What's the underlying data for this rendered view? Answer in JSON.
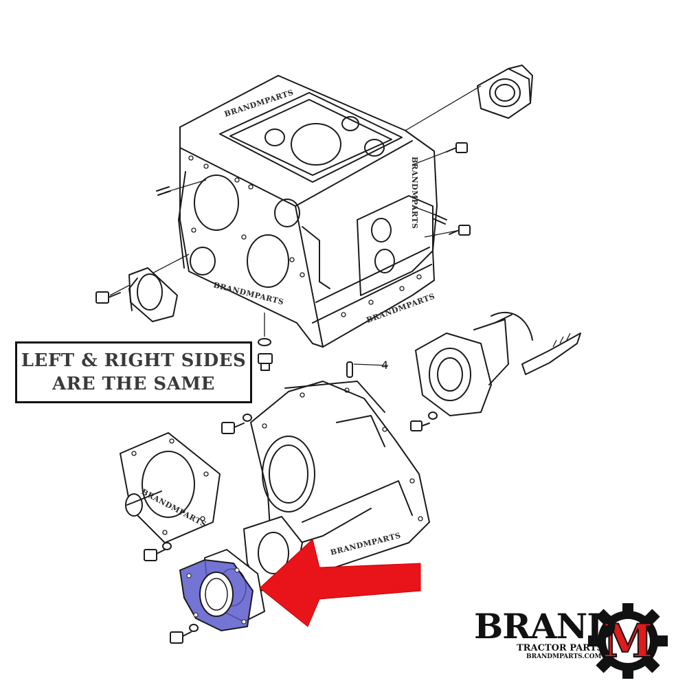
{
  "notice": {
    "line1": "LEFT & RIGHT SIDES",
    "line2": "ARE THE SAME"
  },
  "callout_number": "4",
  "watermark": "BRANDMPARTS",
  "brand": {
    "word": "BRAND",
    "letter": "M",
    "tagline": "TRACTOR PARTS",
    "site": "BRANDMPARTS.COM",
    "accent_color": "#e01b1b"
  },
  "highlight_color": "#5c5ccc",
  "arrow_color": "#e8141a"
}
